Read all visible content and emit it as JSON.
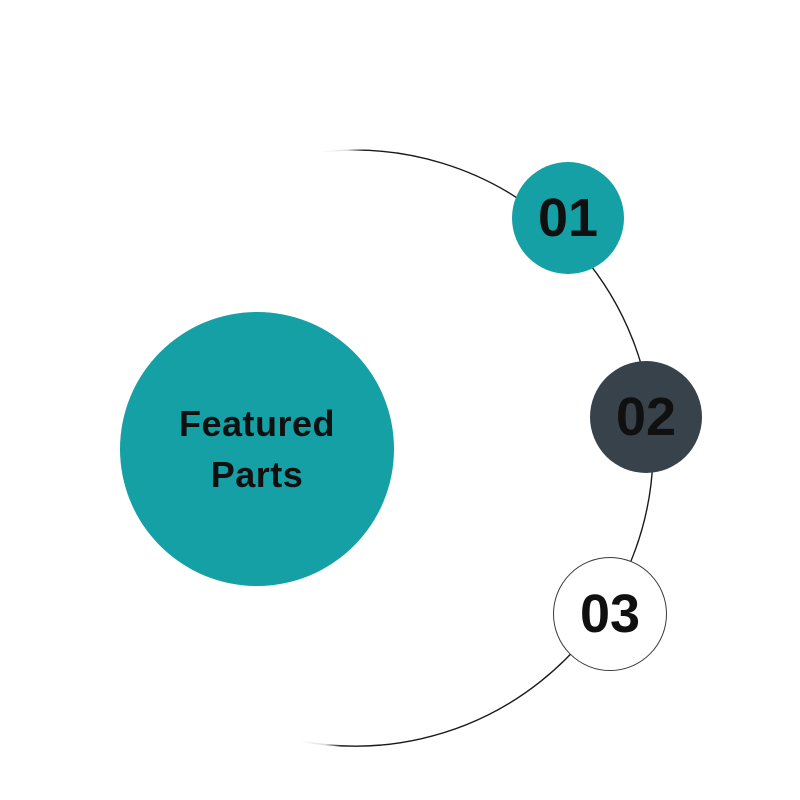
{
  "background_color": "#FFFFFF",
  "diagram": {
    "center": {
      "label_line1": "Featured",
      "label_line2": "Parts",
      "fill": "#14A0A4",
      "text_color": "#101010"
    },
    "arc": {
      "color": "#1A1A1A"
    },
    "steps": [
      {
        "number": "01",
        "fill": "#14A0A4",
        "text_color": "#101010"
      },
      {
        "number": "02",
        "fill": "#38424B",
        "text_color": "#101010"
      },
      {
        "number": "03",
        "fill": "#FFFFFF",
        "text_color": "#101010",
        "border_color": "#3A3A3A"
      }
    ]
  }
}
